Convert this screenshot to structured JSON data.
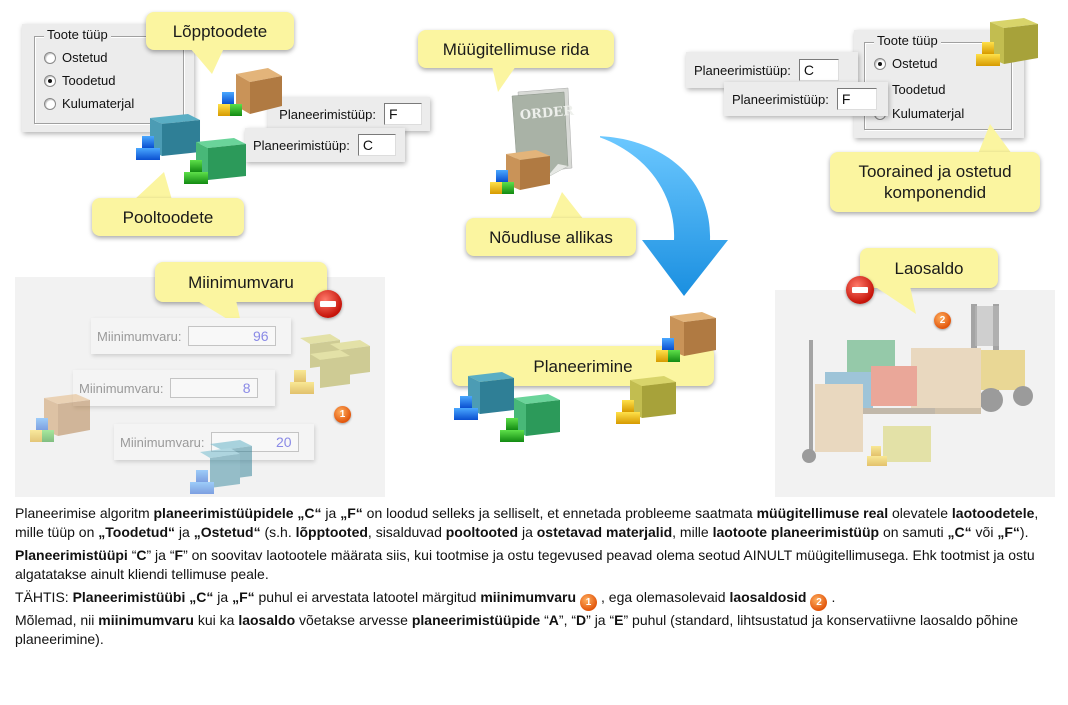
{
  "callouts": {
    "finished_goods": "Lõpptoodete",
    "semi_finished": "Pooltoodete",
    "sales_order_line": "Müügitellimuse rida",
    "demand_source": "Nõudluse allikas",
    "raw_materials": "Toorained  ja ostetud komponendid",
    "minimum_stock": "Miinimumvaru",
    "planning": "Planeerimine",
    "stock_balance": "Laosaldo"
  },
  "left_form": {
    "group_title": "Toote tüüp",
    "options": [
      {
        "label": "Ostetud",
        "checked": false
      },
      {
        "label": "Toodetud",
        "checked": true
      },
      {
        "label": "Kulumaterjal",
        "checked": false
      }
    ],
    "field_label": "Planeerimistüüp:",
    "field_f_value": "F",
    "field_c_value": "C"
  },
  "right_form": {
    "group_title": "Toote tüüp",
    "options": [
      {
        "label": "Ostetud",
        "checked": true
      },
      {
        "label": "Toodetud",
        "checked": false
      },
      {
        "label": "Kulumaterjal",
        "checked": false
      }
    ],
    "field_label": "Planeerimistüüp:",
    "field_c_value": "C",
    "field_f_value": "F"
  },
  "order_doc": {
    "label": "ORDER"
  },
  "minimum_stock_panel": {
    "fields": [
      {
        "label": "Miinimumvaru:",
        "value": "96"
      },
      {
        "label": "Miinimumvaru:",
        "value": "8"
      },
      {
        "label": "Miinimumvaru:",
        "value": "20"
      }
    ],
    "badge": "1"
  },
  "stock_panel": {
    "badge": "2"
  },
  "icons": {
    "no_entry": "no-entry-icon",
    "arrow": "curved-arrow-icon"
  },
  "colors": {
    "callout_bg": "#fbf5a0",
    "arrow_blue": "#2fa6ee",
    "badge_orange": "#e2560c",
    "no_entry_red": "#c6140a"
  },
  "text": {
    "p1": {
      "s1": "Planeerimise algoritm ",
      "b1": "planeerimistüüpidele „C“",
      "s2": " ja ",
      "b2": "„F“",
      "s3": " on loodud selleks ja selliselt, et ennetada probleeme saatmata ",
      "b3": "müügitellimuse real",
      "s4": " olevatele ",
      "b4": "laotoodetele",
      "s5": ", mille tüüp on ",
      "b5": "„Toodetud“",
      "s6": " ja ",
      "b6": "„Ostetud“",
      "s7": "  (s.h. ",
      "b7": "lõpptooted",
      "s8": ", sisalduvad ",
      "b8": "pooltooted",
      "s9": " ja ",
      "b9": "ostetavad materjalid",
      "s10": ", mille ",
      "b10": "laotoote planeerimistüüp",
      "s11": " on samuti ",
      "b11": "„C“",
      "s12": "  või ",
      "b12": "„F“",
      "s13": ")."
    },
    "p2": {
      "b1": "Planeerimistüüpi",
      "s1": " “",
      "b2": "C",
      "s2": "” ja “",
      "b3": "F",
      "s3": "” on soovitav laotootele  määrata siis, kui tootmise ja ostu tegevused peavad olema seotud AINULT müügitellimusega.  Ehk tootmist ja ostu algatatakse ainult kliendi tellimuse peale."
    },
    "p3": {
      "s1": "TÄHTIS: ",
      "b1": "Planeerimistüübi „C“",
      "s2": " ja ",
      "b2": "„F“",
      "s3": " puhul ei arvestata latootel märgitud ",
      "b3": "miinimumvaru",
      "badge1": "1",
      "s4": ", ega olemasolevaid ",
      "b4": "laosaldosid",
      "badge2": "2",
      "s5": ".",
      "s6": "Mõlemad, nii ",
      "b5": "miinimumvaru",
      "s7": " kui ka ",
      "b6": "laosaldo",
      "s8": " võetakse arvesse ",
      "b7": "planeerimistüüpide",
      "s9": " “",
      "b8": "A",
      "s10": "”, “",
      "b9": "D",
      "s11": "” ja “",
      "b10": "E",
      "s12": "” puhul (standard, lihtsustatud ja konservatiivne laosaldo põhine planeerimine)."
    }
  }
}
